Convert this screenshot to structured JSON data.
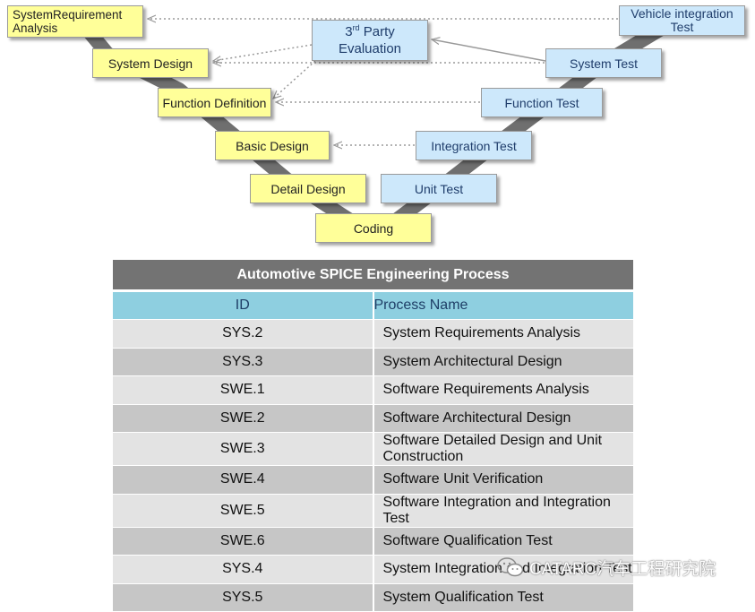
{
  "v_model": {
    "left_boxes": {
      "system_requirement_analysis": "SystemRequirement Analysis",
      "system_design": "System Design",
      "function_definition": "Function Definition",
      "basic_design": "Basic Design",
      "detail_design": "Detail Design",
      "coding": "Coding"
    },
    "third_party": {
      "prefix": "3",
      "superscript": "rd",
      "line1_rest": " Party",
      "line2": "Evaluation"
    },
    "right_boxes": {
      "vehicle_integration_test": "Vehicle integration Test",
      "system_test": "System Test",
      "function_test": "Function Test",
      "integration_test": "Integration Test",
      "unit_test": "Unit Test"
    },
    "colors": {
      "left_fill": "#ffff99",
      "right_fill": "#cde8fb",
      "v_band": "#6f6f6f"
    }
  },
  "table": {
    "title": "Automotive SPICE Engineering Process",
    "headers": {
      "id": "ID",
      "name": "Process Name"
    },
    "rows": [
      {
        "id": "SYS.2",
        "name": "System Requirements Analysis"
      },
      {
        "id": "SYS.3",
        "name": "System Architectural Design"
      },
      {
        "id": "SWE.1",
        "name": "Software Requirements Analysis"
      },
      {
        "id": "SWE.2",
        "name": "Software Architectural Design"
      },
      {
        "id": "SWE.3",
        "name": "Software Detailed Design and Unit Construction"
      },
      {
        "id": "SWE.4",
        "name": "Software Unit Verification"
      },
      {
        "id": "SWE.5",
        "name": "Software Integration and Integration Test"
      },
      {
        "id": "SWE.6",
        "name": "Software Qualification Test"
      },
      {
        "id": "SYS.4",
        "name": "System Integration and Integration Test"
      },
      {
        "id": "SYS.5",
        "name": "System Qualification Test"
      }
    ],
    "colors": {
      "title_bg": "#737373",
      "header_bg": "#8ecfe0",
      "row_light": "#e3e3e3",
      "row_dark": "#c6c6c6"
    }
  },
  "watermark": {
    "icon": "wechat-icon",
    "text": "CATARC汽车工程研究院"
  }
}
